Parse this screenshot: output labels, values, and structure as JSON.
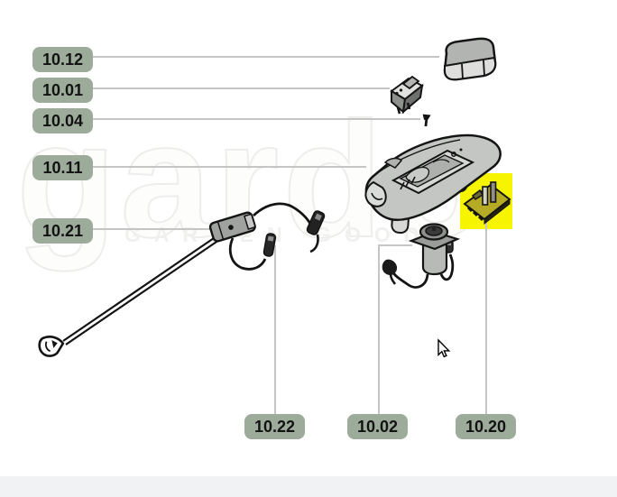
{
  "diagram": {
    "watermark": {
      "brand": "gardo",
      "tagline": "GARDEN GOODS"
    },
    "colors": {
      "label_bg": "#9dac9a",
      "leader_line": "#c5c5c5",
      "highlight": "#f7f400",
      "bottom_bar": "#f1f2f4"
    },
    "highlighted_part": "10.20",
    "labels": [
      {
        "text": "10.12"
      },
      {
        "text": "10.01"
      },
      {
        "text": "10.04"
      },
      {
        "text": "10.11"
      },
      {
        "text": "10.21"
      },
      {
        "text": "10.22"
      },
      {
        "text": "10.02"
      },
      {
        "text": "10.20"
      }
    ],
    "parts": [
      {
        "label": "10.12",
        "name": "cover-cap"
      },
      {
        "label": "10.01",
        "name": "rocker-switch"
      },
      {
        "label": "10.04",
        "name": "screw"
      },
      {
        "label": "10.11",
        "name": "switch-housing-console"
      },
      {
        "label": "10.21",
        "name": "cable-harness"
      },
      {
        "label": "10.22",
        "name": "cable-connector"
      },
      {
        "label": "10.02",
        "name": "push-button-switch"
      },
      {
        "label": "10.20",
        "name": "circuit-board"
      }
    ]
  }
}
